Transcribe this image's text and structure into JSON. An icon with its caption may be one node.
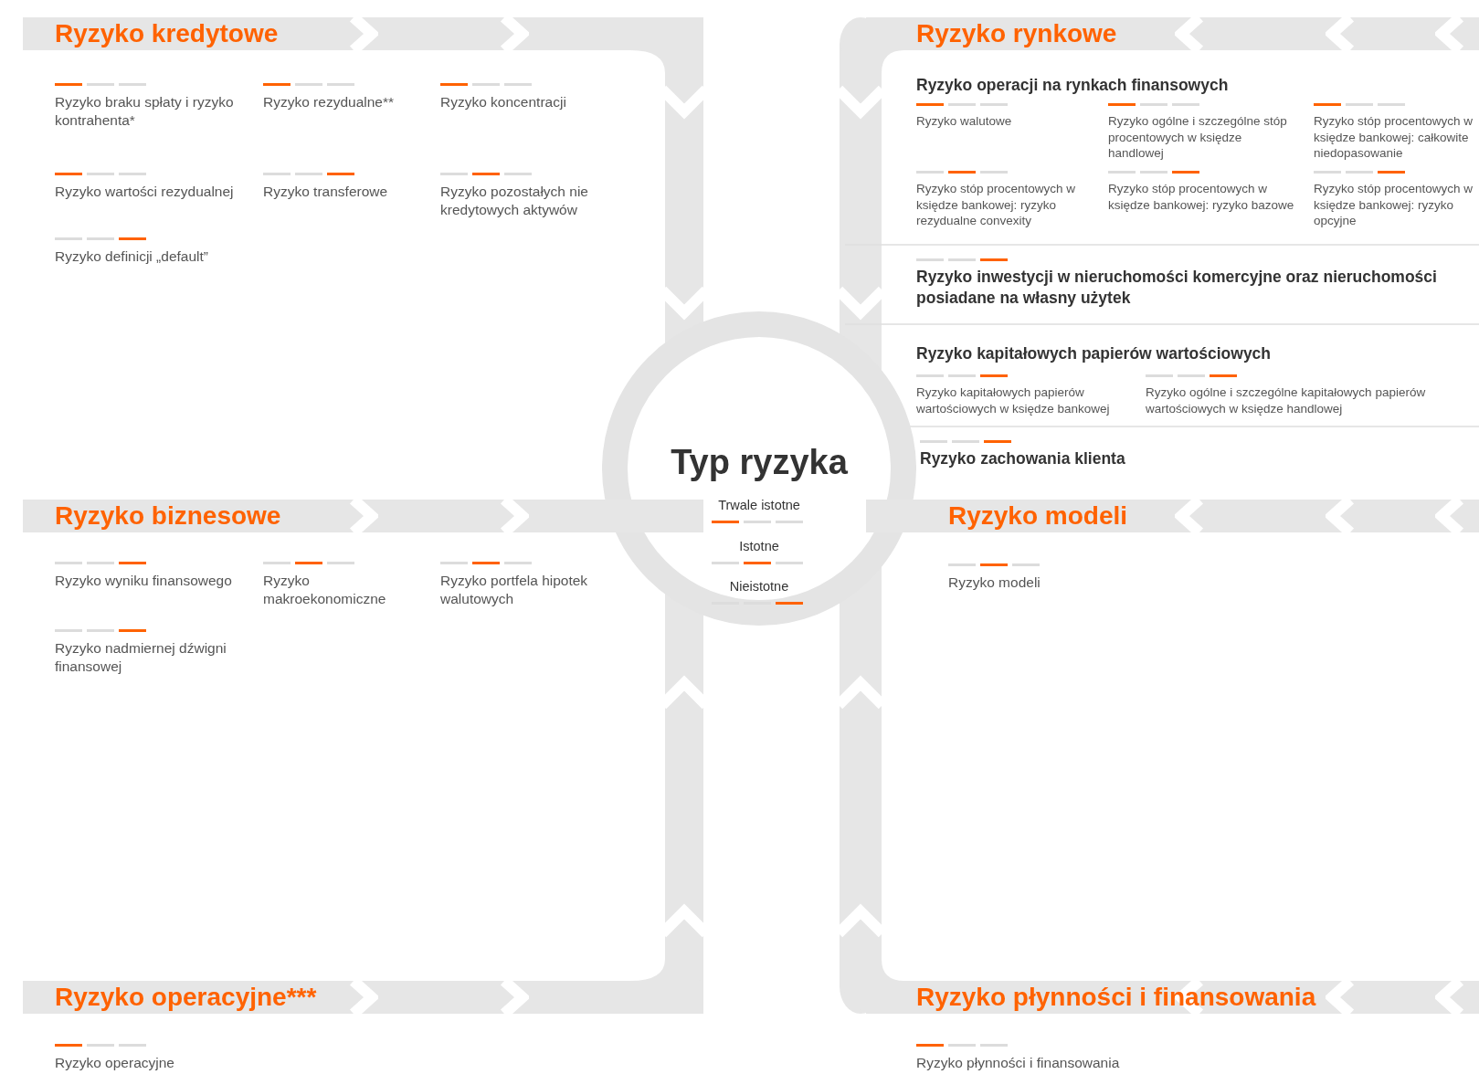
{
  "diagram": {
    "nodes": [
      {
        "text": [
          "Ryzyko kredytowe"
        ]
      },
      {
        "text": [
          "Ryzyko braku spłaty i ryzyko kontrahenta*"
        ]
      },
      {
        "text": [
          "Ryzyko rezydualne**"
        ]
      },
      {
        "text": [
          "Ryzyko koncentracji"
        ]
      },
      {
        "text": [
          "Ryzyko wartości rezydualnej"
        ]
      },
      {
        "text": [
          "Ryzyko transferowe"
        ]
      },
      {
        "text": [
          "Ryzyko pozostałych nie kredytowych aktywów"
        ]
      },
      {
        "text": [
          "Ryzyko definicji „default”"
        ]
      },
      {
        "text": [
          "Ryzyko rynkowe"
        ]
      },
      {
        "text": [
          "Ryzyko operacji na rynkach finansowych"
        ]
      },
      {
        "text": [
          "Ryzyko walutowe"
        ]
      },
      {
        "text": [
          "Ryzyko ogólne i szczególne stóp procentowych w księdze handlowej"
        ]
      },
      {
        "text": [
          "Ryzyko stóp procentowych w księdze bankowej: całkowite niedopasowanie"
        ]
      },
      {
        "text": [
          "Ryzyko stóp procentowych w księdze bankowej: ryzyko rezydualne convexity"
        ]
      },
      {
        "text": [
          "Ryzyko stóp procentowych w księdze bankowej: ryzyko bazowe"
        ]
      },
      {
        "text": [
          "Ryzyko stóp procentowych w księdze bankowej: ryzyko opcyjne"
        ]
      },
      {
        "text": [
          "Ryzyko inwestycji w nieruchomości komercyjne oraz nieruchomości posiadane na własny użytek"
        ]
      },
      {
        "text": [
          "Ryzyko kapitałowych papierów wartościowych"
        ]
      },
      {
        "text": [
          "Ryzyko kapitałowych papierów wartościowych w księdze bankowej"
        ]
      },
      {
        "text": [
          "Ryzyko ogólne i szczególne kapitałowych papierów wartościowych w księdze handlowej"
        ]
      },
      {
        "text": [
          "Ryzyko zachowania klienta"
        ]
      },
      {
        "text": [
          "Typ ryzyka"
        ]
      },
      {
        "text": [
          "Ryzyko biznesowe"
        ]
      },
      {
        "text": [
          "Ryzyko wyniku finansowego"
        ]
      },
      {
        "text": [
          "Ryzyko makroekonomiczne"
        ]
      },
      {
        "text": [
          "Ryzyko portfela hipotek walutowych"
        ]
      },
      {
        "text": [
          "Ryzyko nadmiernej dźwigni finansowej"
        ]
      },
      {
        "text": [
          "Ryzyko modeli"
        ]
      },
      {
        "text": [
          "Ryzyko modeli"
        ]
      },
      {
        "text": [
          "Ryzyko operacyjne***"
        ]
      },
      {
        "text": [
          "Ryzyko operacyjne"
        ]
      },
      {
        "text": [
          "Ryzyko płynności i finansowania"
        ]
      },
      {
        "text": [
          "Ryzyko płynności i finansowania"
        ]
      }
    ],
    "legend": [
      {
        "text": "Trwale istotne"
      },
      {
        "text": "Istotne"
      },
      {
        "text": "Nieistotne"
      }
    ]
  }
}
